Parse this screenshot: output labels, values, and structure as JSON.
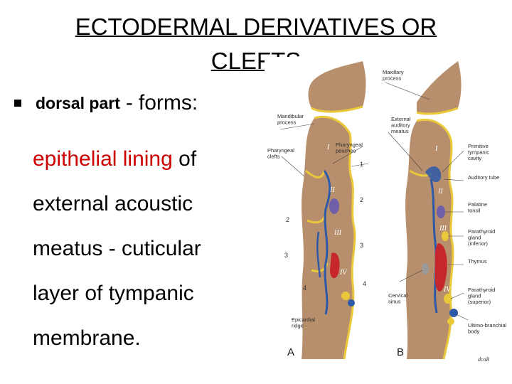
{
  "title": "ECTODERMAL DERIVATIVES OR CLEFTS",
  "bullet": {
    "lead_bold": "dorsal part",
    "lead_sep": "-",
    "lead_rest": "forms:"
  },
  "body": {
    "highlight": "epithelial lining",
    "of": " of",
    "line2": "external acoustic",
    "line3": "meatus - cuticular",
    "line4": "layer of tympanic",
    "line5": "membrane."
  },
  "colors": {
    "highlight": "#cc0000",
    "tissue": "#b88f6c",
    "ectoderm": "#e9c83a",
    "pouch": "#6f5fa8",
    "thymus": "#c5272c"
  },
  "figure": {
    "labels": {
      "maxillary_process": "Maxillary process",
      "mandibular_process": "Mandibular process",
      "external_auditory_meatus": "External auditory meatus",
      "pharyngeal_clefts": "Pharyngeal clefts",
      "pharyngeal_pouches": "Pharyngeal pouches",
      "primitive_tympanic_cavity": "Primitive tympanic cavity",
      "auditory_tube": "Auditory tube",
      "palatine_tonsil": "Palatine tonsil",
      "parathyroid_inferior": "Parathyroid gland (inferior)",
      "thymus": "Thymus",
      "parathyroid_superior": "Parathyroid gland (superior)",
      "ultimobranchial_body": "Ultimo-branchial body",
      "cervical_sinus": "Cervical sinus",
      "epicardial_ridge": "Epicardial ridge"
    },
    "panel_a": "A",
    "panel_b": "B",
    "roman": [
      "I",
      "II",
      "III",
      "IV"
    ],
    "numbers": [
      "1",
      "2",
      "3",
      "4"
    ],
    "signature": "dcoR"
  }
}
